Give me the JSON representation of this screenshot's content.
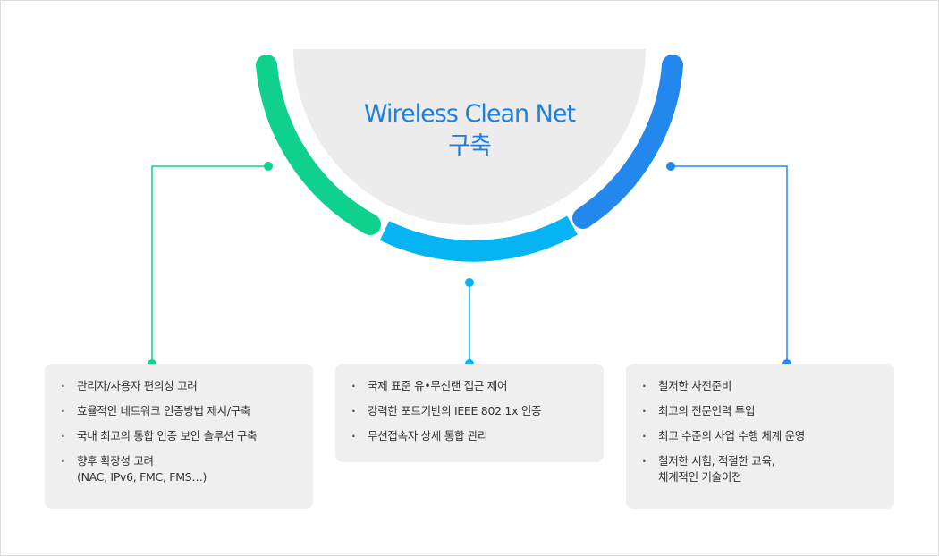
{
  "center": {
    "title_line1": "Wireless Clean Net",
    "title_line2": "구축"
  },
  "colors": {
    "left": "#0fd18d",
    "middle": "#06b4f4",
    "right": "#2288ee",
    "center_fill": "#ececec",
    "title": "#1f7fe0",
    "box_bg": "#efefef"
  },
  "boxes": [
    {
      "items": [
        {
          "text": "관리자/사용자 편의성 고려"
        },
        {
          "text": "효율적인 네트워크 인증방법 제시/구축"
        },
        {
          "text": "국내 최고의 통합 인증 보안 솔루션 구축"
        },
        {
          "text": "향후 확장성 고려",
          "text2": "(NAC, IPv6, FMC, FMS…)"
        }
      ]
    },
    {
      "items": [
        {
          "text": "국제 표준 유•무선랜 접근 제어"
        },
        {
          "text": "강력한 포트기반의 IEEE 802.1x 인증"
        },
        {
          "text": "무선접속자 상세 통합 관리"
        }
      ]
    },
    {
      "items": [
        {
          "text": "철저한 사전준비"
        },
        {
          "text": "최고의 전문인력 투입"
        },
        {
          "text": "최고 수준의 사업 수행 체계 운영"
        },
        {
          "text": "철저한 시험, 적절한 교육,",
          "text2": "체계적인 기술이전"
        }
      ]
    }
  ]
}
